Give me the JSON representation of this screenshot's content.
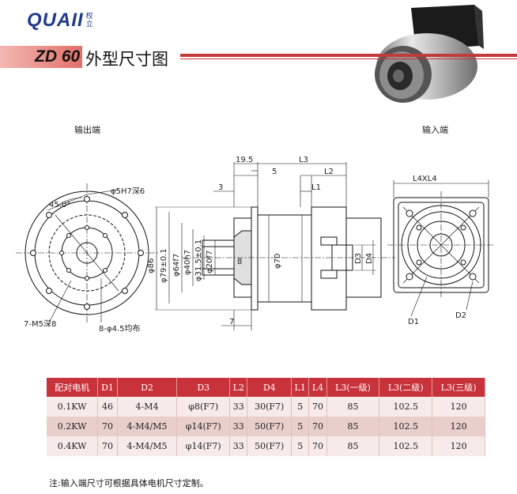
{
  "brand": {
    "logo_text": "QUAII",
    "logo_cn": "权立"
  },
  "header": {
    "model": "ZD 60",
    "title": "外型尺寸图"
  },
  "views": {
    "output_end": "输出端",
    "input_end": "输入端"
  },
  "dimensions": {
    "d19_5": "19.5",
    "d3": "3",
    "d5": "5",
    "dL3": "L3",
    "dL2": "L2",
    "dL1": "L1",
    "d7": "7",
    "angle45": "45.0°",
    "keyway": "φ5H7深6",
    "m5": "7-M5深8",
    "holes": "8-φ4.5均布",
    "phi86": "φ86",
    "phi79": "φ79±0.1",
    "phi64": "φ64f7",
    "phi40": "φ40h7",
    "phi31": "φ31.5±0.1",
    "phi20": "φ20f7",
    "phi70": "φ70",
    "key8": "8",
    "D3": "D3",
    "D4": "D4",
    "L4XL4": "L4XL4",
    "D1": "D1",
    "D2": "D2"
  },
  "table": {
    "headers": [
      "配对电机",
      "D1",
      "D2",
      "D3",
      "L2",
      "D4",
      "L1",
      "L4",
      "L3(一级)",
      "L3(二级)",
      "L3(三级)"
    ],
    "rows": [
      [
        "0.1KW",
        "46",
        "4-M4",
        "φ8(F7)",
        "33",
        "30(F7)",
        "5",
        "70",
        "85",
        "102.5",
        "120"
      ],
      [
        "0.2KW",
        "70",
        "4-M4/M5",
        "φ14(F7)",
        "33",
        "50(F7)",
        "5",
        "70",
        "85",
        "102.5",
        "120"
      ],
      [
        "0.4KW",
        "70",
        "4-M4/M5",
        "φ14(F7)",
        "33",
        "50(F7)",
        "5",
        "70",
        "85",
        "102.5",
        "120"
      ]
    ]
  },
  "note": "注:输入端尺寸可根据具体电机尺寸定制。",
  "colors": {
    "brand_blue": "#1f3a8a",
    "accent_red": "#c8323a"
  }
}
